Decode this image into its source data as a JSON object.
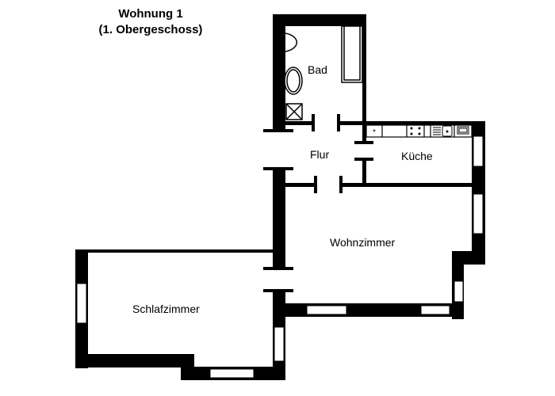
{
  "header": {
    "title_line1": "Wohnung 1",
    "title_line2": "(1. Obergeschoss)"
  },
  "rooms": {
    "bad": "Bad",
    "flur": "Flur",
    "kueche": "Küche",
    "wohnzimmer": "Wohnzimmer",
    "schlafzimmer": "Schlafzimmer"
  },
  "fixtures": {
    "kitchen": [
      "freezer-star",
      "counter",
      "stove-4-burner",
      "sink-with-drain-board",
      "microwave"
    ],
    "bathroom": [
      "toilet",
      "washbasin",
      "shower",
      "bathtub"
    ],
    "freezer_symbol": "*"
  },
  "colors": {
    "wall": "#000000",
    "background": "#ffffff"
  }
}
